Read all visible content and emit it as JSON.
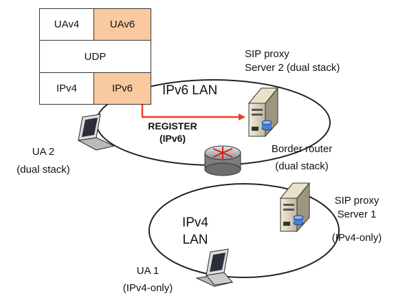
{
  "stack": {
    "row1": [
      "UAv4",
      "UAv6"
    ],
    "row2": "UDP",
    "row3": [
      "IPv4",
      "IPv6"
    ]
  },
  "labels": {
    "ipv6_lan": "IPv6 LAN",
    "ipv4_lan_line1": "IPv4",
    "ipv4_lan_line2": "LAN",
    "register_line1": "REGISTER",
    "register_line2": "(IPv6)",
    "sip_proxy2_line1": "SIP proxy",
    "sip_proxy2_line2": "Server 2 (dual stack)",
    "border_router_line1": "Border router",
    "border_router_line2": "(dual stack)",
    "ua2_line1": "UA 2",
    "ua2_line2": "(dual stack)",
    "sip_proxy1_line1": "SIP proxy",
    "sip_proxy1_line2": "Server 1",
    "sip_proxy1_line3": "(IPv4-only)",
    "ua1_line1": "UA 1",
    "ua1_line2": "(IPv4-only)"
  },
  "colors": {
    "highlight": "#f9c9a0",
    "arrow": "#e8401c",
    "lines": "#222222"
  }
}
